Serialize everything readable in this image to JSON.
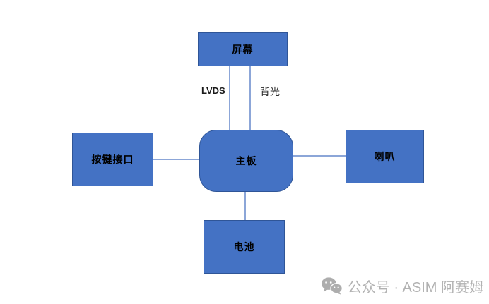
{
  "diagram": {
    "nodes": {
      "screen": {
        "label": "屏幕"
      },
      "main": {
        "label": "主板"
      },
      "buttons": {
        "label": "按键接口"
      },
      "speaker": {
        "label": "喇叭"
      },
      "battery": {
        "label": "电池"
      }
    },
    "edge_labels": {
      "lvds": "LVDS",
      "backlight": "背光"
    },
    "colors": {
      "node_fill": "#4472c4",
      "node_border": "#2f5597",
      "connector": "#8ca6d8"
    }
  },
  "watermark": {
    "text": "公众号 · ASIM 阿赛姆",
    "icon": "wechat-icon",
    "color": "#b2b2b2"
  }
}
